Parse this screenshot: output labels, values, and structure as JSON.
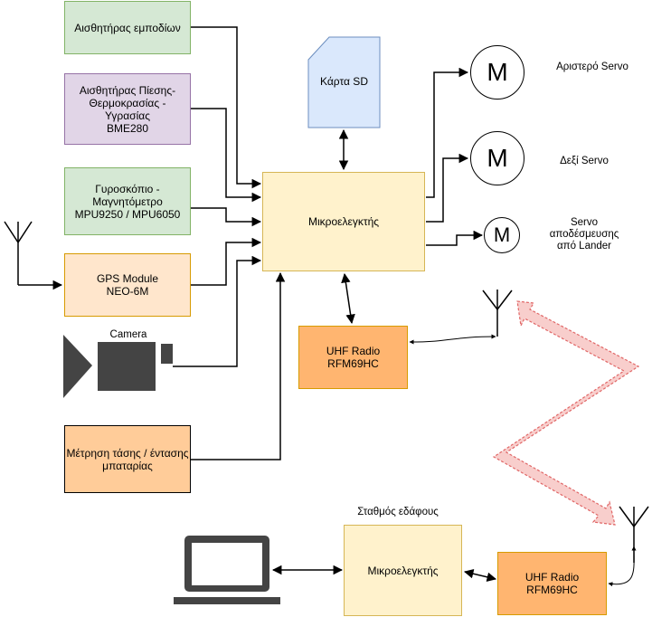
{
  "sensors": {
    "obstacle": "Αισθητήρας εμποδίων",
    "bme": "Αισθητήρας Πίεσης-\nΘερμοκρασίας -\nΥγρασίας\nBME280",
    "gyro": "Γυροσκόπιο -\nΜαγνητόμετρο\nMPU9250 / MPU6050",
    "gps": "GPS Module\nNEO-6M",
    "camera": "Camera",
    "battery": "Μέτρηση τάσης / έντασης\nμπαταρίας"
  },
  "sd_card": "Κάρτα SD",
  "mcu_main": "Μικροελεγκτής",
  "radio_main": "UHF Radio\nRFM69HC",
  "motors": {
    "symbol": "M",
    "left": "Αριστερό Servo",
    "right": "Δεξί Servo",
    "release": "Servo\nαποδέσμευσης\nαπό Lander"
  },
  "ground": {
    "title": "Σταθμός εδάφους",
    "mcu": "Μικροελεγκτής",
    "radio": "UHF Radio\nRFM69HC"
  },
  "colors": {
    "green_fill": "#d5e8d4",
    "green_stroke": "#82b366",
    "purple_fill": "#e1d5e7",
    "purple_stroke": "#9673a6",
    "peach_fill": "#ffe6cc",
    "peach_stroke": "#d79b00",
    "orange_fill": "#ffcc99",
    "mcu_fill": "#fff2cc",
    "mcu_stroke": "#d6b656",
    "radio_fill": "#ffb570",
    "sd_fill": "#dae8fc",
    "sd_stroke": "#6c8ebf",
    "device": "#444444",
    "link_fill": "#f8cecc",
    "link_stroke": "#e06666"
  }
}
